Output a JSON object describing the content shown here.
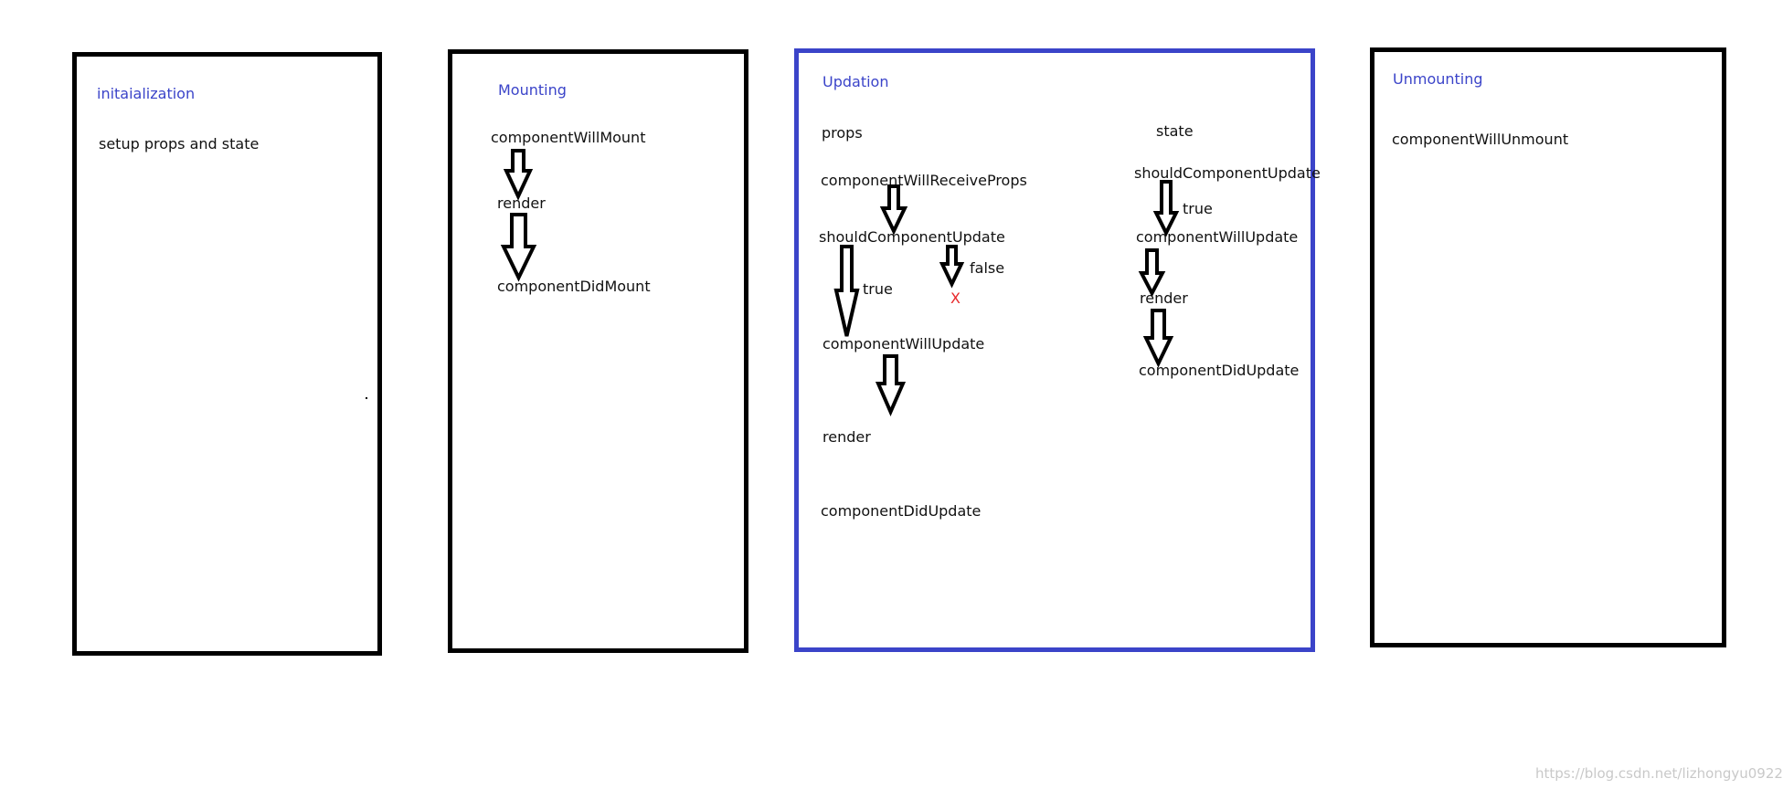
{
  "initialization": {
    "title": "initaialization",
    "text": "setup props and state"
  },
  "mounting": {
    "title": "Mounting",
    "steps": [
      "componentWillMount",
      "render",
      "componentDidMount"
    ]
  },
  "updation": {
    "title": "Updation",
    "props_header": "props",
    "state_header": "state",
    "props_flow": {
      "will_receive_props": "componentWillReceiveProps",
      "should_update": "shouldComponentUpdate",
      "true_label": "true",
      "false_label": "false",
      "false_mark": "X",
      "will_update": "componentWillUpdate",
      "render": "render",
      "did_update": "componentDidUpdate"
    },
    "state_flow": {
      "should_update": "shouldComponentUpdate",
      "true_label": "true",
      "will_update": "componentWillUpdate",
      "render": "render",
      "did_update": "componentDidUpdate"
    }
  },
  "unmounting": {
    "title": "Unmounting",
    "steps": [
      "componentWillUnmount"
    ]
  },
  "watermark": "https://blog.csdn.net/lizhongyu0922",
  "colors": {
    "title_blue": "#3b44c9",
    "updation_border": "#3b44c9",
    "false_mark_red": "#e8282a"
  }
}
